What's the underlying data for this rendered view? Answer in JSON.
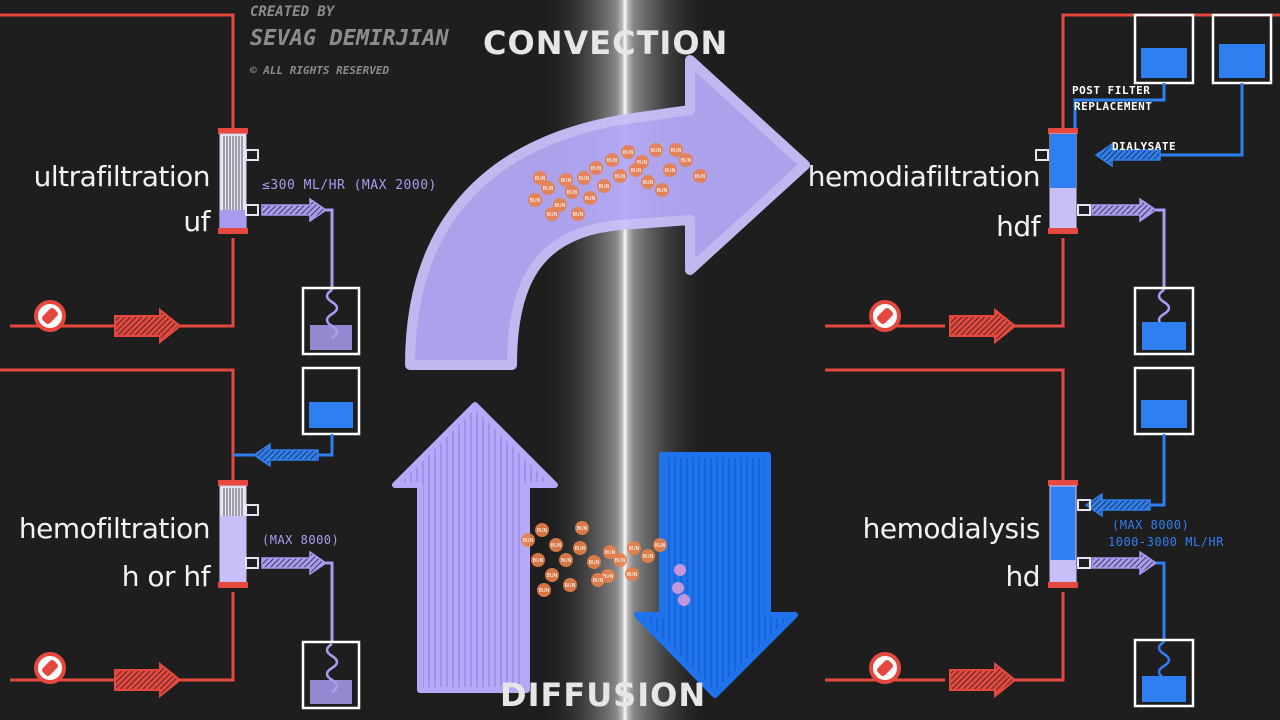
{
  "credits": {
    "line1": "CREATED BY",
    "line2": "SEVAG DEMIRJIAN",
    "line3": "© ALL RIGHTS RESERVED"
  },
  "titles": {
    "convection": "CONVECTION",
    "diffusion": "DIFFUSION"
  },
  "panels": {
    "uf": {
      "name": "ultrafiltration",
      "abbr": "uf",
      "rate": "≤300 ML/HR (MAX 2000)"
    },
    "hf": {
      "name": "hemofiltration",
      "abbr": "h or hf",
      "rate": "(MAX 8000)"
    },
    "hdf": {
      "name": "hemodiafiltration",
      "abbr": "hdf",
      "post_filter": "POST FILTER",
      "replacement": "REPLACEMENT",
      "dialysate": "DIALYSATE"
    },
    "hd": {
      "name": "hemodialysis",
      "abbr": "hd",
      "rate_max": "(MAX 8000)",
      "rate": "1000-3000 ML/HR"
    }
  },
  "molecule_label": "BUN",
  "colors": {
    "background": "#1e1e1f",
    "blood_line": "#e5483e",
    "fluid_line": "#2f7ff0",
    "effluent": "#a99cf0",
    "convection_arrow": "#b4aaf7",
    "diffusion_arrow": "#1f74ee",
    "molecule": "#e8804a"
  }
}
